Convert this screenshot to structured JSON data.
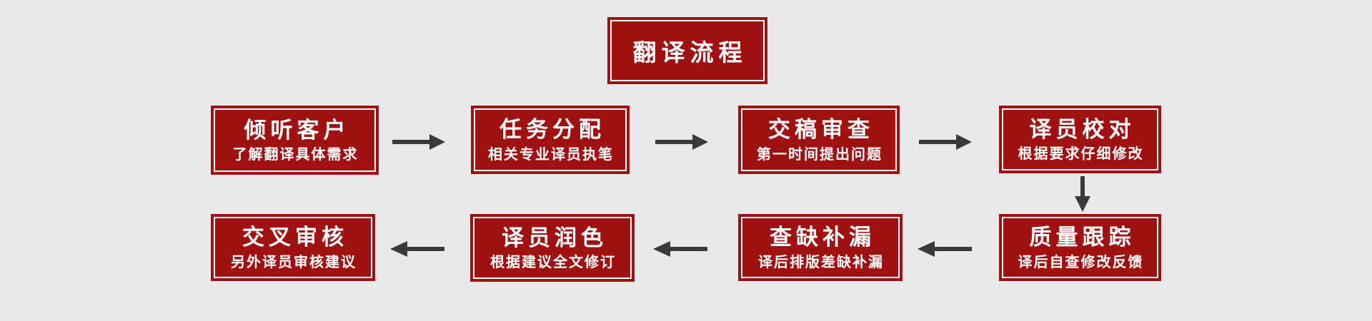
{
  "colors": {
    "background": "#e9e9e9",
    "box_red": "#a01111",
    "box_border_inner": "#ffffff",
    "arrow": "#3a3a3a",
    "text": "#ffffff"
  },
  "diagram": {
    "title": "翻译流程",
    "row1_direction": "left-to-right",
    "row2_direction": "right-to-left"
  },
  "steps": [
    {
      "title": "倾听客户",
      "subtitle": "了解翻译具体需求"
    },
    {
      "title": "任务分配",
      "subtitle": "相关专业译员执笔"
    },
    {
      "title": "交稿审查",
      "subtitle": "第一时间提出问题"
    },
    {
      "title": "译员校对",
      "subtitle": "根据要求仔细修改"
    },
    {
      "title": "质量跟踪",
      "subtitle": "译后自查修改反馈"
    },
    {
      "title": "查缺补漏",
      "subtitle": "译后排版差缺补漏"
    },
    {
      "title": "译员润色",
      "subtitle": "根据建议全文修订"
    },
    {
      "title": "交叉审核",
      "subtitle": "另外译员审核建议"
    }
  ]
}
